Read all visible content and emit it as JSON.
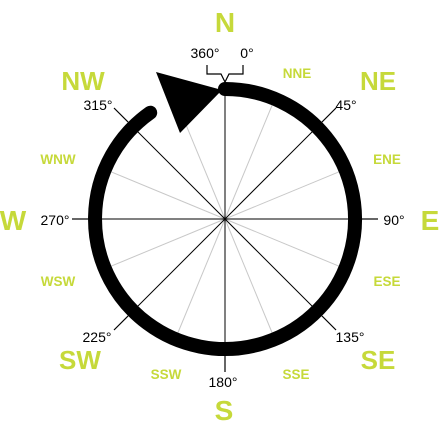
{
  "colors": {
    "label": "#c6d93a",
    "ring": "#000000",
    "line_major": "#000000",
    "line_minor": "#c8c8c8",
    "background": "#ffffff"
  },
  "cardinal": {
    "n": "N",
    "e": "E",
    "s": "S",
    "w": "W"
  },
  "intercardinal": {
    "ne": "NE",
    "se": "SE",
    "sw": "SW",
    "nw": "NW"
  },
  "secondary": {
    "nne": "NNE",
    "ene": "ENE",
    "ese": "ESE",
    "sse": "SSE",
    "ssw": "SSW",
    "wsw": "WSW",
    "wnw": "WNW"
  },
  "degrees": {
    "d360": "360°",
    "d0": "0°",
    "d45": "45°",
    "d90": "90°",
    "d135": "135°",
    "d180": "180°",
    "d225": "225°",
    "d270": "270°",
    "d315": "315°"
  }
}
